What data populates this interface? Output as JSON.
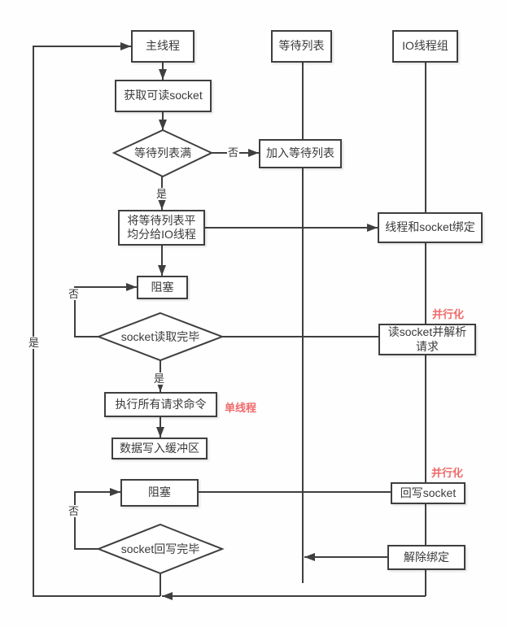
{
  "lanes": {
    "wait_list_header": "等待列表",
    "io_group_header": "IO线程组"
  },
  "nodes": {
    "main_thread": "主线程",
    "get_readable_socket": "获取可读socket",
    "wait_list_full": "等待列表满",
    "join_wait_list": "加入等待列表",
    "distribute": {
      "lines": [
        "将等待列表平",
        "均分给IO线程"
      ]
    },
    "bind_thread_socket": "线程和socket绑定",
    "block1": "阻塞",
    "socket_read_done": "socket读取完毕",
    "read_parse": {
      "lines": [
        "读socket并解析",
        "请求"
      ]
    },
    "execute_commands": "执行所有请求命令",
    "write_buffer": "数据写入缓冲区",
    "block2": "阻塞",
    "write_back_socket": "回写socket",
    "socket_writeback_done": "socket回写完毕",
    "unbind": "解除绑定"
  },
  "edge_labels": {
    "no1": "否",
    "yes1": "是",
    "no2": "否",
    "yes2": "是",
    "no3": "否",
    "yes_return": "是"
  },
  "annotations": {
    "parallel_read": "并行化",
    "single_thread": "单线程",
    "parallel_write": "并行化"
  },
  "colors": {
    "line": "#3f3f3f",
    "text": "#3a3a3a",
    "accent_red": "#f06a6a",
    "background": "#fefefe"
  }
}
